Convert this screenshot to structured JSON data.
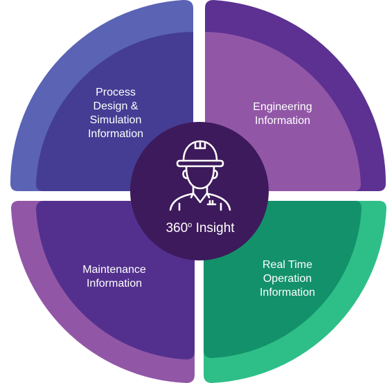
{
  "quadrants": {
    "top_left": {
      "lines": [
        "Process",
        "Design &",
        "Simulation",
        "Information"
      ]
    },
    "top_right": {
      "lines": [
        "Engineering",
        "Information"
      ]
    },
    "bottom_left": {
      "lines": [
        "Maintenance",
        "Information"
      ]
    },
    "bottom_right": {
      "lines": [
        "Real Time",
        "Operation",
        "Information"
      ]
    }
  },
  "center": {
    "number": "360",
    "degree": "o",
    "label": "Insight",
    "icon": "engineer-hard-hat-icon"
  },
  "colors": {
    "top_left_outer": "#5a63b4",
    "top_left_inner": "#443d93",
    "top_right_outer": "#5c3192",
    "top_right_inner": "#9157a6",
    "bottom_left_outer": "#9157a6",
    "bottom_left_inner": "#53308e",
    "bottom_right_outer": "#2ebf88",
    "bottom_right_inner": "#13916a",
    "center": "#3d1a5b"
  }
}
